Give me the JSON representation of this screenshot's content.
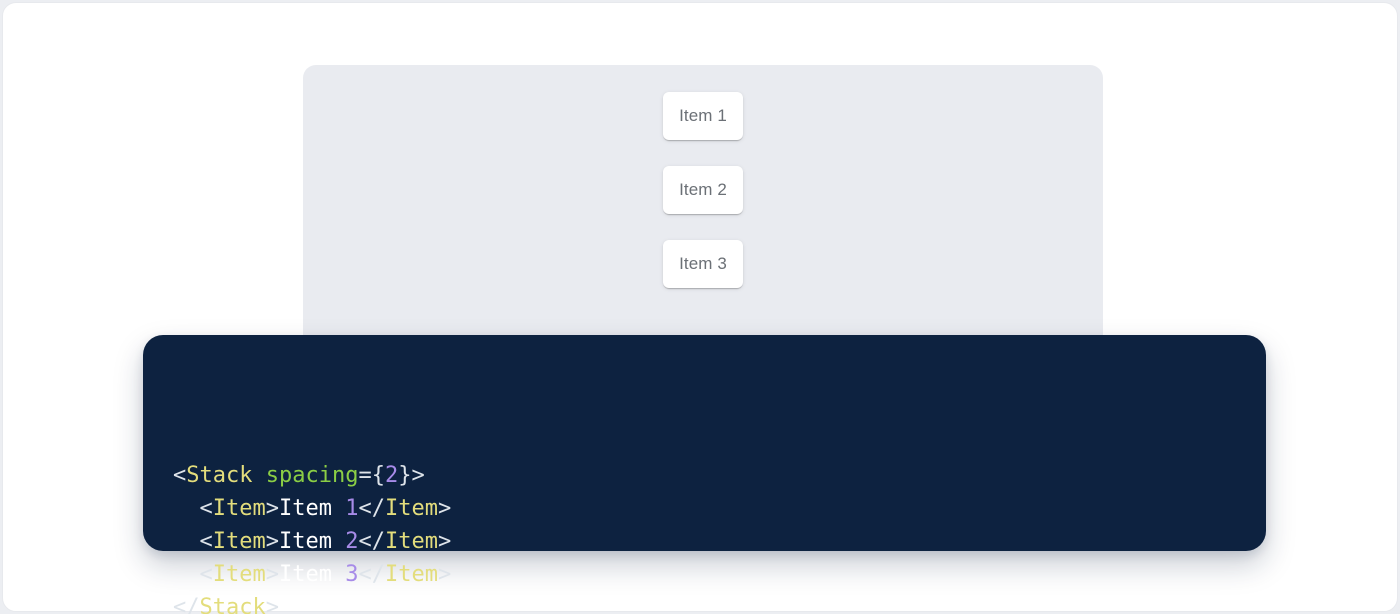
{
  "colors": {
    "page_background": "#eceef2",
    "card_background": "#ffffff",
    "card_border": "#e7e9ed",
    "demo_panel_background": "#e9ebf0",
    "item_text": "#6b7076",
    "code_background": "#0d2240",
    "token_tag": "#e3dd7c",
    "token_attribute": "#8bce45",
    "token_number": "#a78be8",
    "token_plain": "#ffffff",
    "token_punctuation": "#dee4ea"
  },
  "demo": {
    "items": [
      {
        "label": "Item 1"
      },
      {
        "label": "Item 2"
      },
      {
        "label": "Item 3"
      }
    ]
  },
  "code": {
    "lines": [
      [
        {
          "c": "punct",
          "s": "<"
        },
        {
          "c": "tag",
          "s": "Stack"
        },
        {
          "c": "plain",
          "s": " "
        },
        {
          "c": "attr",
          "s": "spacing"
        },
        {
          "c": "punct",
          "s": "={"
        },
        {
          "c": "num",
          "s": "2"
        },
        {
          "c": "punct",
          "s": "}>"
        }
      ],
      [
        {
          "c": "plain",
          "s": "  "
        },
        {
          "c": "punct",
          "s": "<"
        },
        {
          "c": "tag",
          "s": "Item"
        },
        {
          "c": "punct",
          "s": ">"
        },
        {
          "c": "plain",
          "s": "Item "
        },
        {
          "c": "num",
          "s": "1"
        },
        {
          "c": "punct",
          "s": "</"
        },
        {
          "c": "tag",
          "s": "Item"
        },
        {
          "c": "punct",
          "s": ">"
        }
      ],
      [
        {
          "c": "plain",
          "s": "  "
        },
        {
          "c": "punct",
          "s": "<"
        },
        {
          "c": "tag",
          "s": "Item"
        },
        {
          "c": "punct",
          "s": ">"
        },
        {
          "c": "plain",
          "s": "Item "
        },
        {
          "c": "num",
          "s": "2"
        },
        {
          "c": "punct",
          "s": "</"
        },
        {
          "c": "tag",
          "s": "Item"
        },
        {
          "c": "punct",
          "s": ">"
        }
      ],
      [
        {
          "c": "plain",
          "s": "  "
        },
        {
          "c": "punct",
          "s": "<"
        },
        {
          "c": "tag",
          "s": "Item"
        },
        {
          "c": "punct",
          "s": ">"
        },
        {
          "c": "plain",
          "s": "Item "
        },
        {
          "c": "num",
          "s": "3"
        },
        {
          "c": "punct",
          "s": "</"
        },
        {
          "c": "tag",
          "s": "Item"
        },
        {
          "c": "punct",
          "s": ">"
        }
      ],
      [
        {
          "c": "punct",
          "s": "</"
        },
        {
          "c": "tag",
          "s": "Stack"
        },
        {
          "c": "punct",
          "s": ">"
        }
      ]
    ]
  }
}
